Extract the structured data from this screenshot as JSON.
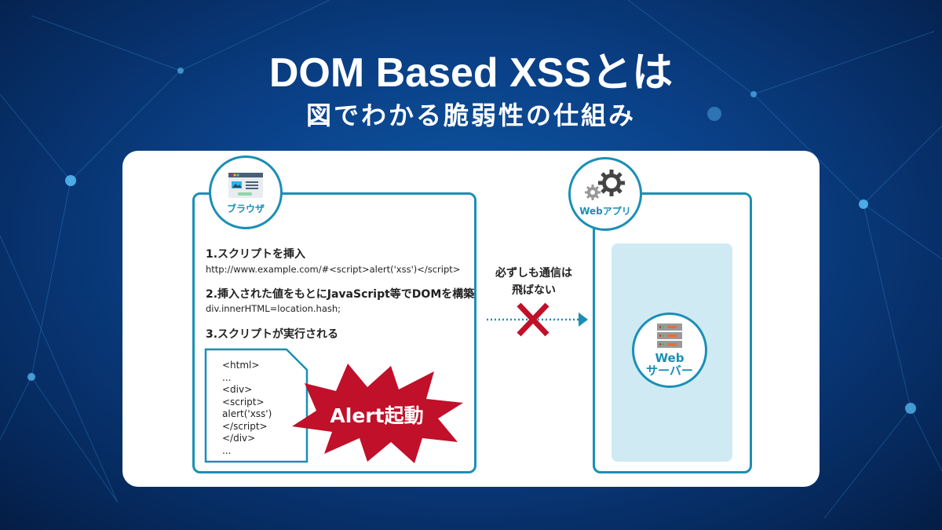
{
  "header": {
    "title": "DOM Based XSSとは",
    "subtitle": "図でわかる脆弱性の仕組み"
  },
  "browser": {
    "label": "ブラウザ",
    "steps": [
      {
        "title": "1.スクリプトを挿入",
        "code": "http://www.example.com/#<script>alert('xss')</script>"
      },
      {
        "title": "2.挿入された値をもとにJavaScript等でDOMを構築",
        "code": "div.innerHTML=location.hash;"
      },
      {
        "title": "3.スクリプトが実行される"
      }
    ],
    "document_lines": [
      "<html>",
      "...",
      "<div>",
      "<script>",
      "alert('xss')",
      "</script>",
      "</div>",
      "..."
    ],
    "alert_label": "Alert起動"
  },
  "middle": {
    "line1": "必ずしも通信は",
    "line2": "飛ばない"
  },
  "webapp": {
    "label": "Webアプリ",
    "server_line1": "Web",
    "server_line2": "サーバー"
  },
  "colors": {
    "accent": "#1a8fb5",
    "alert": "#c0102a",
    "server_bg": "#cfeaf3"
  }
}
